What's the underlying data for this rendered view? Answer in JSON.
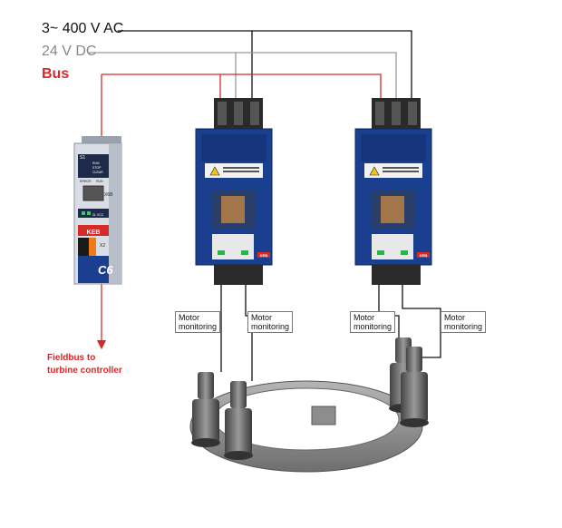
{
  "supply": {
    "ac_label": "3~ 400 V AC",
    "dc_label": "24 V DC",
    "bus_label": "Bus"
  },
  "fieldbus": {
    "line1": "Fieldbus to",
    "line2": "turbine controller"
  },
  "controller": {
    "slot_label": "S1",
    "status_labels": [
      "RUN",
      "STOP",
      "CLEAR"
    ],
    "error_label": "ERROR",
    "run_label": "RUN",
    "port_label": "X6B",
    "power_label": "ZL VCC",
    "brand": "KEB",
    "connector_label": "X2",
    "model": "C6"
  },
  "drives": [
    {
      "brand": "KEB"
    },
    {
      "brand": "KEB"
    }
  ],
  "monitoring": [
    {
      "line1": "Motor",
      "line2": "monitoring"
    },
    {
      "line1": "Motor",
      "line2": "monitoring"
    },
    {
      "line1": "Motor",
      "line2": "monitoring"
    },
    {
      "line1": "Motor",
      "line2": "monitoring"
    }
  ],
  "colors": {
    "ac_line": "#111111",
    "dc_line": "#999999",
    "bus_line": "#d42a2a",
    "drive_body": "#1b3f8f",
    "controller_body": "#d8dde6"
  }
}
